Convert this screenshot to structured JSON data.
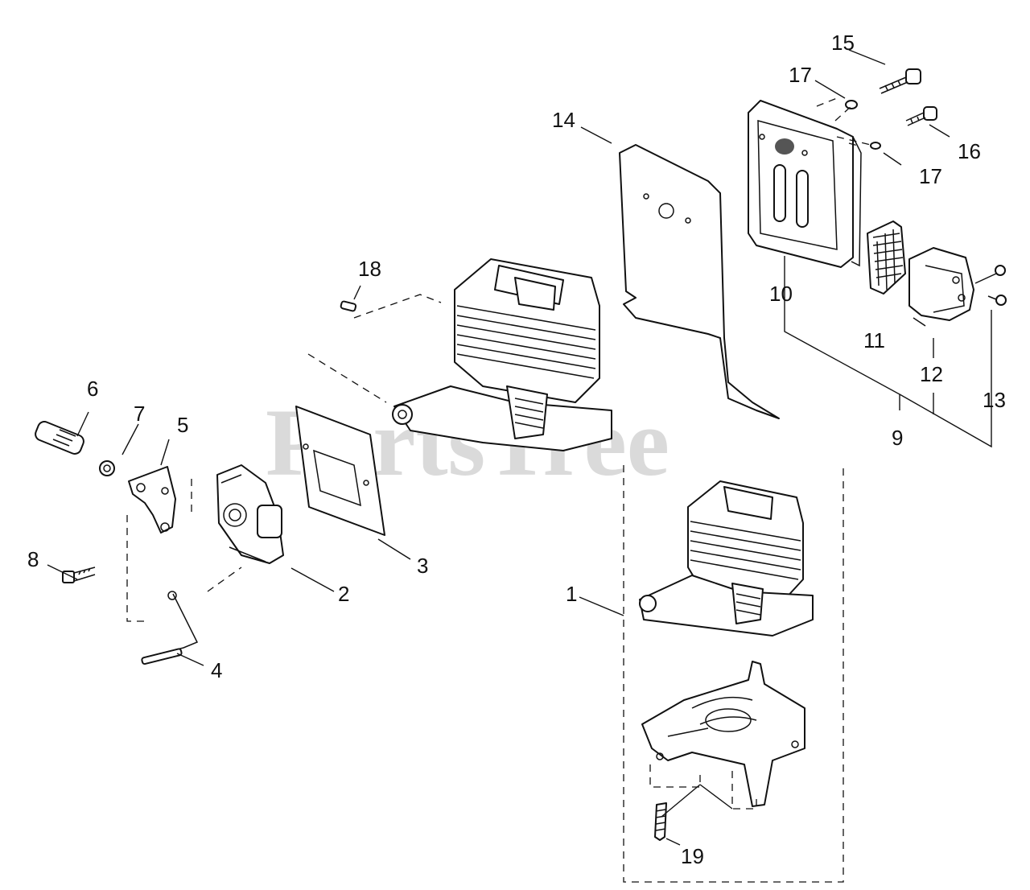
{
  "watermark": "PartsTree",
  "callouts": [
    "1",
    "2",
    "3",
    "4",
    "5",
    "6",
    "7",
    "8",
    "9",
    "10",
    "11",
    "12",
    "13",
    "14",
    "15",
    "16",
    "17",
    "17",
    "18",
    "19"
  ]
}
